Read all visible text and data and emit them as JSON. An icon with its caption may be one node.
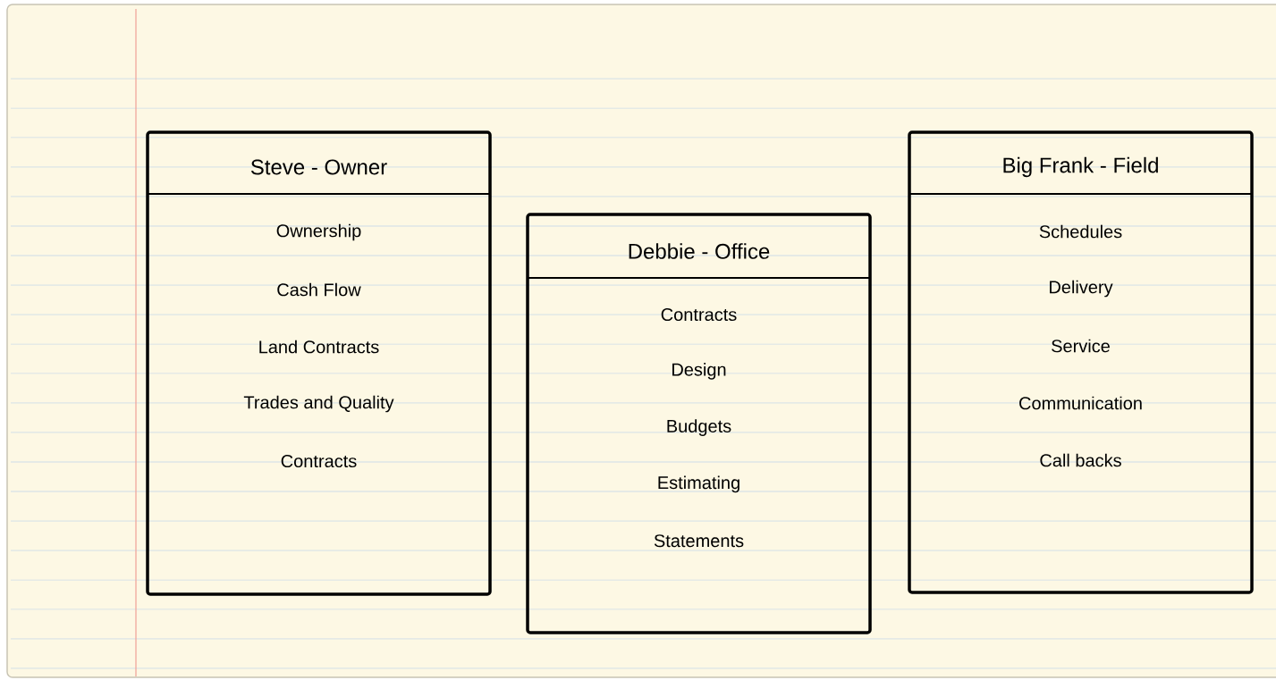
{
  "diagram": {
    "nodes": [
      {
        "text": [
          "Steve - Owner",
          "Ownership",
          "Cash Flow",
          "Land Contracts",
          "Trades and Quality",
          "Contracts"
        ]
      },
      {
        "text": [
          "Debbie - Office",
          "Contracts",
          "Design",
          "Budgets",
          "Estimating",
          "Statements"
        ]
      },
      {
        "text": [
          "Big Frank - Field",
          "Schedules",
          "Delivery",
          "Service",
          "Communication",
          "Call backs"
        ]
      }
    ]
  }
}
